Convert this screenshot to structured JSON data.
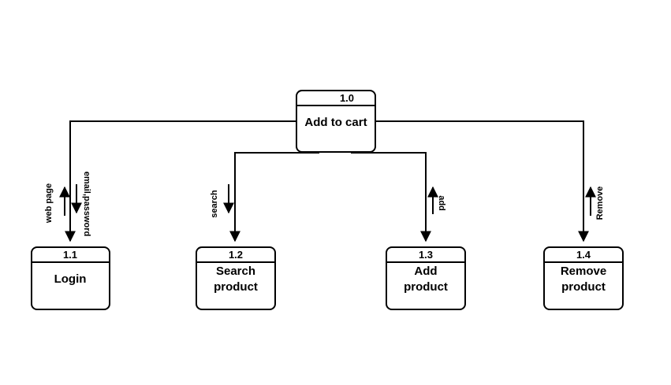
{
  "processes": {
    "root": {
      "id": "1.0",
      "name": "Add to cart"
    },
    "login": {
      "id": "1.1",
      "name": "Login"
    },
    "search": {
      "id": "1.2",
      "name_line1": "Search",
      "name_line2": "product"
    },
    "add": {
      "id": "1.3",
      "name_line1": "Add",
      "name_line2": "product"
    },
    "remove": {
      "id": "1.4",
      "name_line1": "Remove",
      "name_line2": "product"
    }
  },
  "flows": {
    "web_page": "web page",
    "email_password": "email,password",
    "search": "search",
    "add": "add",
    "remove": "Remove"
  }
}
